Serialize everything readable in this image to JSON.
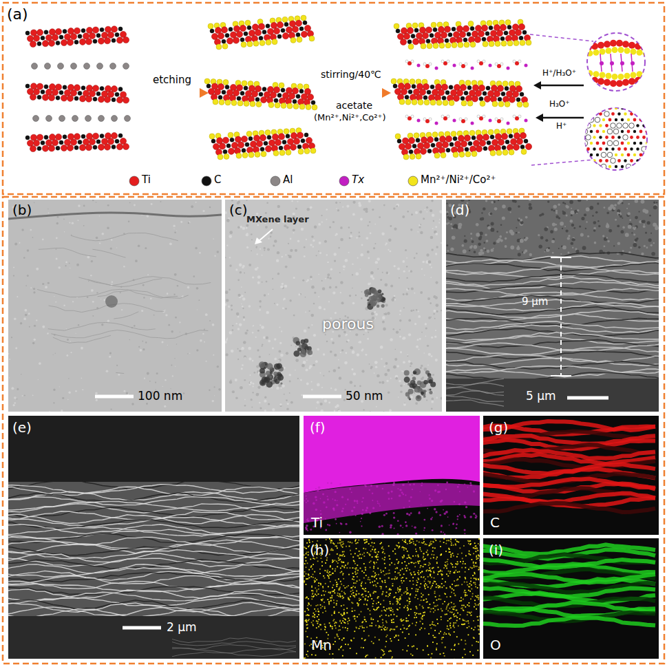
{
  "diagram": {
    "labels": [
      "(a)",
      "etching",
      "stirring/40℃",
      "acetate",
      "(Mn²⁺,Ni²⁺,Co²⁺)",
      "H⁺/H₃O⁺",
      "H₃O⁺",
      "H⁺",
      "(b)",
      "100 nm",
      "(c)",
      "MXene layer",
      "porous",
      "50 nm",
      "(d)",
      "9 μm",
      "5 μm",
      "(e)",
      "2 μm",
      "(f)",
      "Ti",
      "(g)",
      "C",
      "(h)",
      "Mn",
      "(i)",
      "O"
    ],
    "legend": [
      {
        "text": "Ti",
        "color": "#e41e1e"
      },
      {
        "text": "C",
        "color": "#111111"
      },
      {
        "text": "Al",
        "color": "#8c8787"
      },
      {
        "text": "Tx",
        "color": "#c21fc2"
      },
      {
        "text": "Mn²⁺/Ni²⁺/Co²⁺",
        "color": "#f2e41c"
      }
    ]
  }
}
